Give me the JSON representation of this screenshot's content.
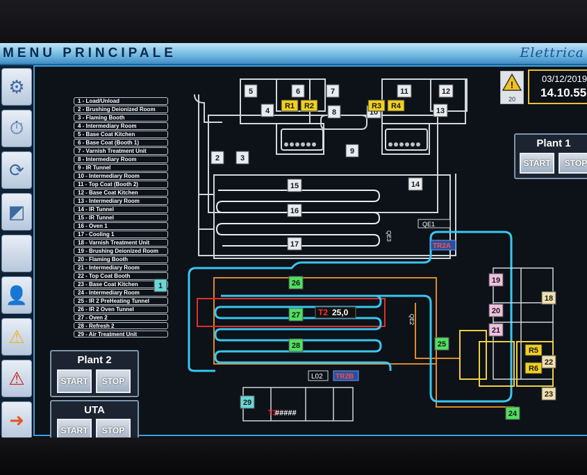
{
  "header": {
    "title": "MENU PRINCIPALE",
    "brand": "Elettrica"
  },
  "clock": {
    "date": "03/12/2019",
    "time": "14.10.55"
  },
  "alarm": {
    "count": "20",
    "icon": "warning-icon"
  },
  "sidebar": [
    {
      "name": "gear-icon",
      "glyph": "⚙"
    },
    {
      "name": "stopwatch-icon",
      "glyph": "⏱"
    },
    {
      "name": "refresh-icon",
      "glyph": "⟳"
    },
    {
      "name": "screen-icon",
      "glyph": "◩"
    },
    {
      "name": "blank-icon",
      "glyph": ""
    },
    {
      "name": "user-key-icon",
      "glyph": "👤"
    },
    {
      "name": "warning-icon",
      "glyph": "⚠"
    },
    {
      "name": "alarm-icon",
      "glyph": "⚠"
    },
    {
      "name": "exit-icon",
      "glyph": "➜"
    }
  ],
  "zones_list": [
    "1 - Load/Unload",
    "2 - Brushing Deionized Room",
    "3 - Flaming Booth",
    "4 - Intermediary Room",
    "5 - Base Coat Kitchen",
    "6 - Base Coat  (Booth 1)",
    "7 - Varnish Treatment Unit",
    "8 - Intermediary Room",
    "9 - IR Tunnel",
    "10 - Intermediary Room",
    "11 - Top Coat (Booth 2)",
    "12 - Base Coat Kitchen",
    "13 - Intermediary Room",
    "14 - IR Tunnel",
    "15 - IR Tunnel",
    "16 - Oven 1",
    "17 - Cooling 1",
    "18 - Varnish Treatment Unit",
    "19 - Brushing Deionized Room",
    "20 - Flaming Booth",
    "21 - Intermediary Room",
    "22 - Top Coat Booth",
    "23 - Base Coat Kitchen",
    "24 - Intermediary Room",
    "25 - IR 2 PreHeating Tunnel",
    "26 - IR 2 Oven Tunnel",
    "27 - Oven 2",
    "28 - Refresh 2",
    "29 - Air Treatment Unit"
  ],
  "plant2": {
    "title": "Plant 2",
    "start": "START",
    "stop": "STOP"
  },
  "uta": {
    "title": "UTA",
    "start": "START",
    "stop": "STOP"
  },
  "plant1": {
    "title": "Plant 1",
    "start": "START",
    "stop": "STOP"
  },
  "diagram": {
    "robots": [
      "R1",
      "R2",
      "R3",
      "R4",
      "R5",
      "R6"
    ],
    "labels": {
      "qe1": "QE1",
      "qe3": "QE3",
      "qe2": "QE2",
      "tr2a": "TR2A",
      "tr2b": "TR2B",
      "l02": "L02",
      "t2": "T2",
      "t2_value": "25,0",
      "t3": "T3",
      "t3_value": "#####"
    },
    "zones": [
      "1",
      "2",
      "3",
      "4",
      "5",
      "6",
      "7",
      "8",
      "9",
      "10",
      "11",
      "12",
      "13",
      "14",
      "15",
      "16",
      "17",
      "18",
      "19",
      "20",
      "21",
      "22",
      "23",
      "24",
      "25",
      "26",
      "27",
      "28",
      "29"
    ]
  }
}
